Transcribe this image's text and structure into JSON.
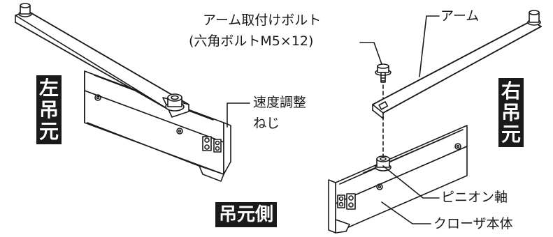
{
  "labels": {
    "left_mount": [
      "左",
      "吊",
      "元"
    ],
    "right_mount": [
      "右",
      "吊",
      "元"
    ],
    "hinge_side": "吊元側",
    "arm_bolt_line1": "アーム取付けボルト",
    "arm_bolt_line2": "(六角ボルトM5×12)",
    "arm": "アーム",
    "speed_screw_line1": "速度調整",
    "speed_screw_line2": "ねじ",
    "pinion_shaft": "ピニオン軸",
    "closer_body": "クローザ本体"
  },
  "colors": {
    "ink": "#1a1a1a",
    "paper": "#ffffff",
    "label_box": "#1a1a1a",
    "label_box_text": "#ffffff"
  },
  "icons": {
    "arm_bolt": "hex-bolt-icon",
    "pivot_pin": "pivot-pin-icon"
  }
}
